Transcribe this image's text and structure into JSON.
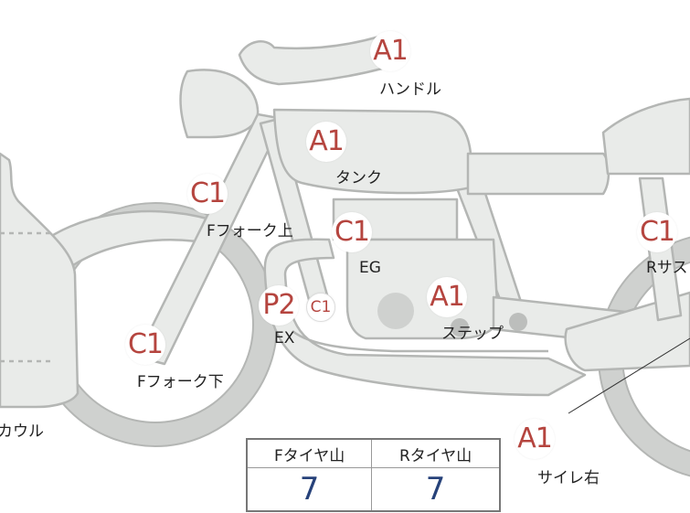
{
  "colors": {
    "part_fill": "#e9ebe9",
    "part_stroke": "#b4b6b4",
    "grade_text": "#b5453f",
    "value_text": "#27427a"
  },
  "parts": [
    {
      "id": "handle",
      "grade": "A1",
      "label": "ハンドル"
    },
    {
      "id": "tank",
      "grade": "A1",
      "label": "タンク"
    },
    {
      "id": "ffork-up",
      "grade": "C1",
      "label": "Fフォーク上"
    },
    {
      "id": "eg",
      "grade": "C1",
      "label": "EG"
    },
    {
      "id": "ex",
      "grade": "P2",
      "label": "EX"
    },
    {
      "id": "ex-sub",
      "grade": "C1",
      "label": ""
    },
    {
      "id": "step",
      "grade": "A1",
      "label": "ステップ"
    },
    {
      "id": "rsus",
      "grade": "C1",
      "label": "Rサス"
    },
    {
      "id": "ffork-low",
      "grade": "C1",
      "label": "Fフォーク下"
    },
    {
      "id": "cowl",
      "grade": "",
      "label": "カウル"
    },
    {
      "id": "muffler-r",
      "grade": "A1",
      "label": "サイレ右"
    }
  ],
  "tire_table": {
    "headers": [
      "Fタイヤ山",
      "Rタイヤ山"
    ],
    "values": [
      "7",
      "7"
    ]
  }
}
